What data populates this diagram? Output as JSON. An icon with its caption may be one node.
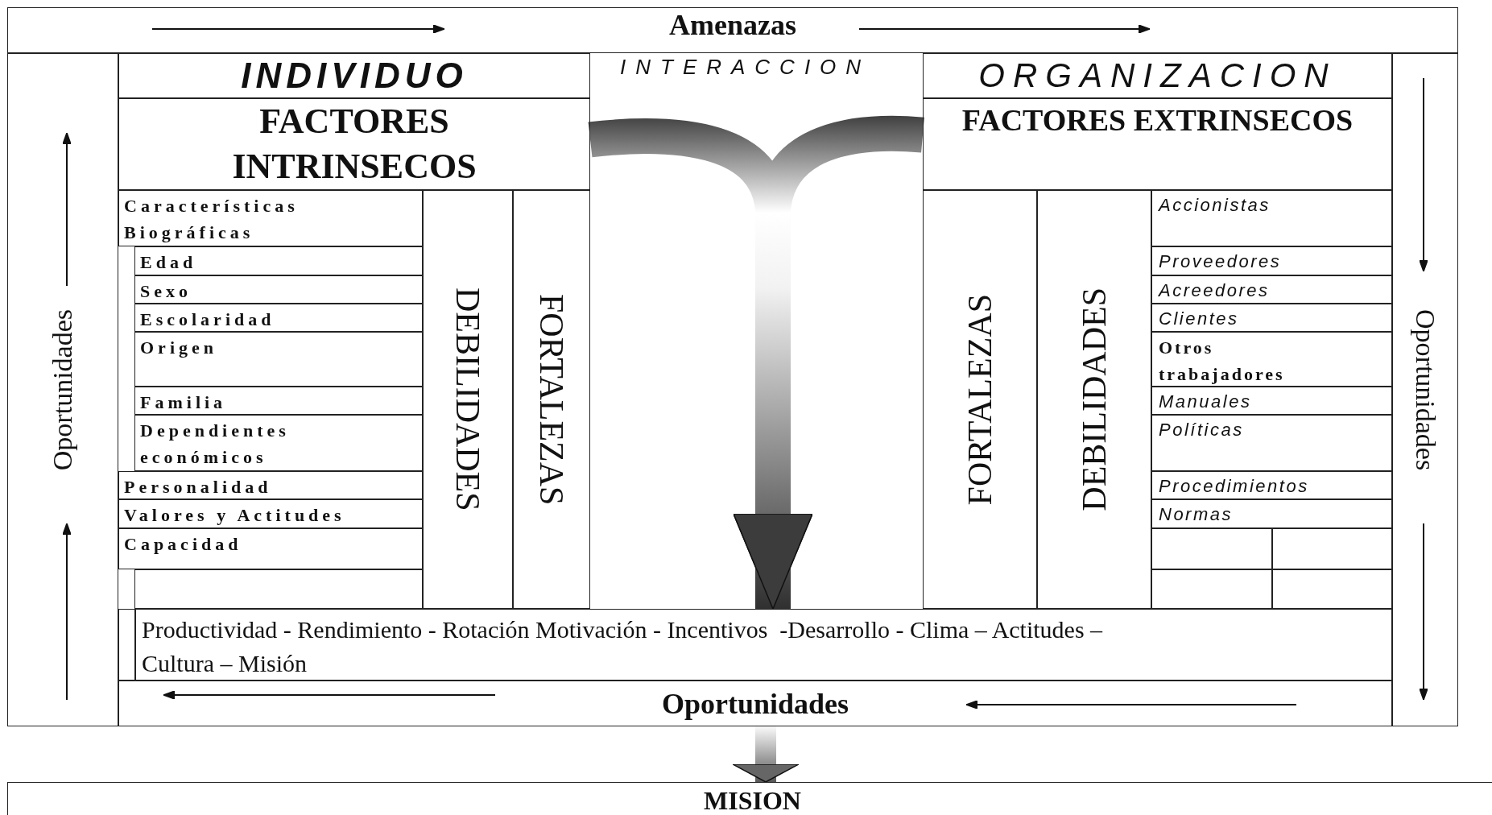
{
  "diagram": {
    "nodes": [
      {
        "text": [],
        "shape": "box"
      },
      {
        "text": [
          "Amenazas"
        ],
        "in": 0
      },
      {
        "text": [
          "Oportunidades"
        ],
        "in": 0
      },
      {
        "text": [
          "INDIVIDUO"
        ],
        "in": 0
      },
      {
        "text": [
          "ORGANIZACION"
        ],
        "in": 0
      },
      {
        "text": [
          "Oportunidades"
        ],
        "in": 0
      },
      {
        "text": [
          "FACTORES INTRINSECOS"
        ],
        "in": 0
      },
      {
        "text": [
          "FACTORES EXTRINSECOS"
        ],
        "in": 0
      },
      {
        "text": [
          "Características Biográficas"
        ],
        "in": 0
      },
      {
        "text": [
          "Edad"
        ],
        "in": 0
      },
      {
        "text": [
          "Sexo"
        ],
        "in": 0
      },
      {
        "text": [
          "Escolaridad"
        ],
        "in": 0
      },
      {
        "text": [
          "Origen"
        ],
        "in": 0
      },
      {
        "text": [
          "Familia"
        ],
        "in": 0
      },
      {
        "text": [
          "Dependientes económicos"
        ],
        "in": 0
      },
      {
        "text": [
          "Personalidad"
        ],
        "in": 0
      },
      {
        "text": [
          "Valores y Actitudes"
        ],
        "in": 0
      },
      {
        "text": [
          "Capacidad"
        ],
        "in": 0
      },
      {
        "text": [],
        "shape": "box",
        "in": 0
      },
      {
        "text": [
          "DEBILIDADES"
        ],
        "in": 0
      },
      {
        "text": [
          "FORTALEZAS"
        ],
        "in": 0
      },
      {
        "text": [
          "FORTALEZAS"
        ],
        "in": 0
      },
      {
        "text": [
          "DEBILIDADES"
        ],
        "in": 0
      },
      {
        "text": [
          "Accionistas"
        ],
        "in": 0
      },
      {
        "text": [
          "Proveedores"
        ],
        "in": 0
      },
      {
        "text": [
          "Acreedores"
        ],
        "in": 0
      },
      {
        "text": [
          "Clientes"
        ],
        "in": 0
      },
      {
        "text": [
          "Otros trabajadores"
        ],
        "in": 0
      },
      {
        "text": [
          "Manuales"
        ],
        "in": 0
      },
      {
        "text": [
          "Políticas"
        ],
        "in": 0
      },
      {
        "text": [
          "Procedimientos"
        ],
        "in": 0
      },
      {
        "text": [
          "Normas"
        ],
        "in": 0
      },
      {
        "text": [],
        "shape": "box",
        "in": 0
      },
      {
        "text": [],
        "shape": "box",
        "in": 0
      },
      {
        "text": [],
        "shape": "box",
        "in": 0
      },
      {
        "text": [],
        "shape": "box",
        "in": 0
      },
      {
        "text": [
          "Productividad - Rendimiento - Rotación Motivación - Incentivos  -Desarrollo - Clima – Actitudes – Cultura – Misión"
        ],
        "in": 0
      },
      {
        "text": [
          "Oportunidades"
        ],
        "in": 0
      },
      {
        "text": [
          "MISION"
        ]
      }
    ],
    "edges": [
      {
        "from": 6,
        "to": 36,
        "arrow": "to"
      },
      {
        "from": 7,
        "to": 36,
        "arrow": "to"
      },
      {
        "from": 0,
        "to": 38,
        "arrow": "to"
      }
    ],
    "labels": [
      "INTERACCION"
    ]
  }
}
